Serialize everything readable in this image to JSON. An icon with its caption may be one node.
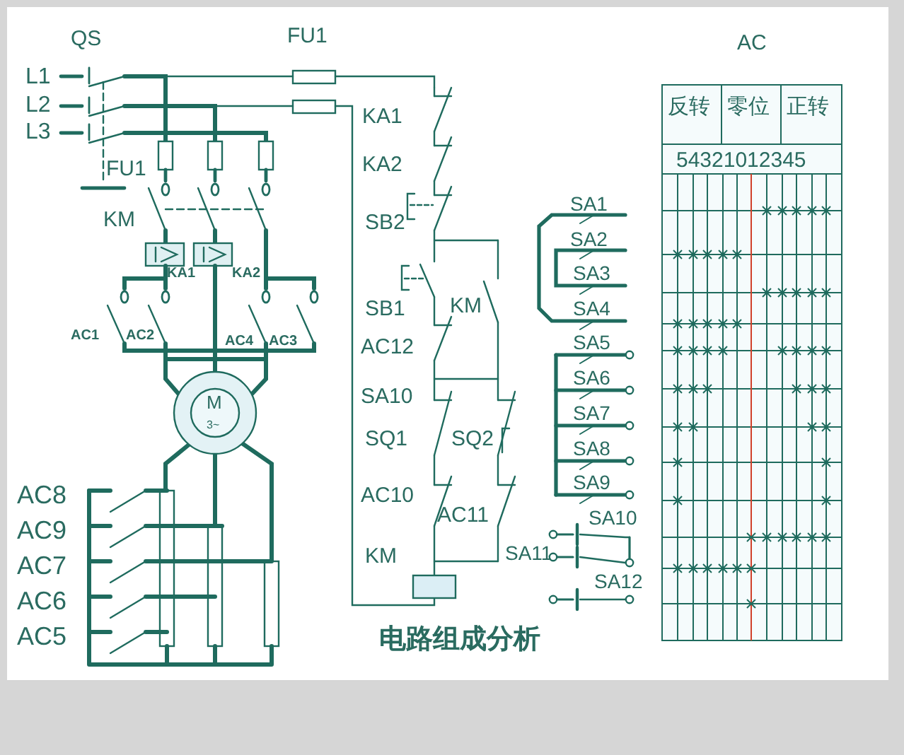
{
  "diagram": {
    "caption": "电路组成分析",
    "nodes": [
      {
        "text": [
          "M",
          "3~"
        ]
      }
    ],
    "labels": [
      "QS",
      "FU1",
      "AC",
      "L1",
      "L2",
      "L3",
      "KA1",
      "KA2",
      "反转",
      "零位",
      "正转",
      "54321012345",
      "FU1",
      "KM",
      "SB2",
      "SA1",
      "SA2",
      "SA3",
      "KA1",
      "KA2",
      "SB1",
      "KM",
      "SA4",
      "AC1",
      "AC2",
      "AC4",
      "AC3",
      "AC12",
      "SA5",
      "SA6",
      "SA10",
      "SA7",
      "SQ1",
      "SQ2",
      "SA8",
      "SA9",
      "AC8",
      "AC10",
      "AC11",
      "SA10",
      "AC9",
      "KM",
      "SA11",
      "AC7",
      "SA12",
      "AC6",
      "AC5"
    ]
  }
}
